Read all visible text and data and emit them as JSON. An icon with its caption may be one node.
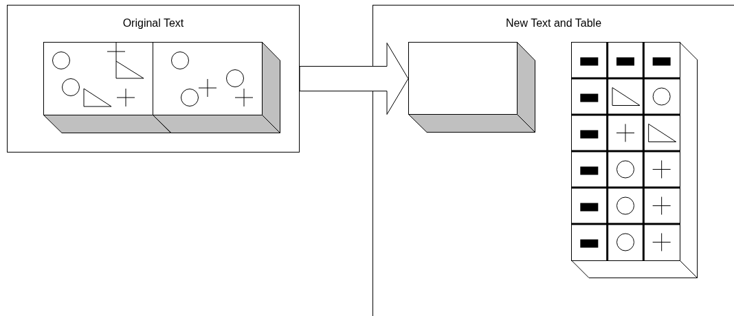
{
  "diagram": {
    "nodes": [
      {
        "text": [
          "Original Text"
        ]
      },
      {
        "text": [],
        "shape": "box",
        "in": 0
      },
      {
        "text": [],
        "shape": "box",
        "in": 0
      },
      {
        "text": [
          "New Text and Table"
        ]
      },
      {
        "text": [],
        "shape": "box",
        "in": 3
      },
      {
        "text": [],
        "shape": "box",
        "in": 3
      }
    ],
    "edges": [
      {
        "from": 0,
        "to": 4,
        "arrow": "to",
        "style": "thick"
      }
    ]
  }
}
